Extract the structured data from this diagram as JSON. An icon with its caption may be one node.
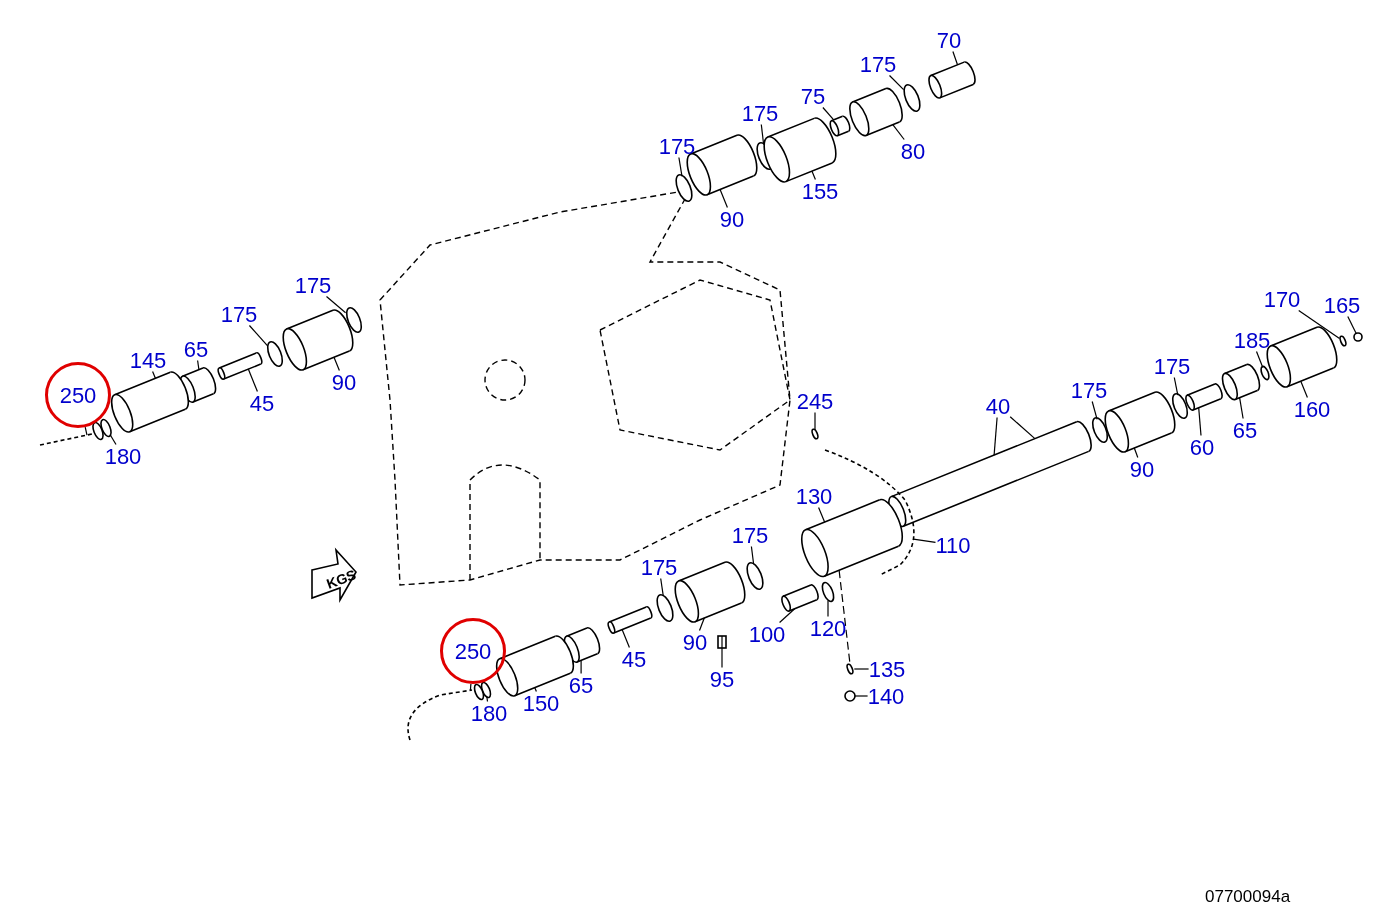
{
  "diagram": {
    "nodes": [
      {
        "text": [
          "70"
        ]
      },
      {
        "text": [
          "175"
        ]
      },
      {
        "text": [
          "75"
        ]
      },
      {
        "text": [
          "175"
        ]
      },
      {
        "text": [
          "175"
        ]
      },
      {
        "text": [
          "80"
        ]
      },
      {
        "text": [
          "155"
        ]
      },
      {
        "text": [
          "90"
        ]
      },
      {
        "text": [
          "175"
        ]
      },
      {
        "text": [
          "170"
        ]
      },
      {
        "text": [
          "165"
        ]
      },
      {
        "text": [
          "175"
        ]
      },
      {
        "text": [
          "185"
        ]
      },
      {
        "text": [
          "65"
        ]
      },
      {
        "text": [
          "145"
        ]
      },
      {
        "text": [
          "175"
        ]
      },
      {
        "text": [
          "90"
        ]
      },
      {
        "text": [
          "175"
        ]
      },
      {
        "text": [
          "250"
        ]
      },
      {
        "text": [
          "245"
        ]
      },
      {
        "text": [
          "45"
        ]
      },
      {
        "text": [
          "40"
        ]
      },
      {
        "text": [
          "160"
        ]
      },
      {
        "text": [
          "65"
        ]
      },
      {
        "text": [
          "60"
        ]
      },
      {
        "text": [
          "180"
        ]
      },
      {
        "text": [
          "90"
        ]
      },
      {
        "text": [
          "130"
        ]
      },
      {
        "text": [
          "175"
        ]
      },
      {
        "text": [
          "110"
        ]
      },
      {
        "text": [
          "175"
        ]
      },
      {
        "text": [
          "120"
        ]
      },
      {
        "text": [
          "100"
        ]
      },
      {
        "text": [
          "90"
        ]
      },
      {
        "text": [
          "250"
        ]
      },
      {
        "text": [
          "45"
        ]
      },
      {
        "text": [
          "135"
        ]
      },
      {
        "text": [
          "95"
        ]
      },
      {
        "text": [
          "65"
        ]
      },
      {
        "text": [
          "140"
        ]
      },
      {
        "text": [
          "150"
        ]
      },
      {
        "text": [
          "180"
        ]
      },
      {
        "text": [],
        "shape": "cylinder"
      },
      {
        "text": [],
        "shape": "ring"
      },
      {
        "text": [],
        "shape": "cylinder"
      },
      {
        "text": [],
        "shape": "ring"
      },
      {
        "text": [],
        "shape": "ring"
      },
      {
        "text": [],
        "shape": "cylinder"
      },
      {
        "text": [],
        "shape": "cylinder"
      },
      {
        "text": [],
        "shape": "cylinder"
      },
      {
        "text": [],
        "shape": "ring"
      },
      {
        "text": [],
        "shape": "ring"
      },
      {
        "text": [],
        "shape": "circle"
      },
      {
        "text": [],
        "shape": "ring"
      },
      {
        "text": [],
        "shape": "ring"
      },
      {
        "text": [],
        "shape": "cylinder"
      },
      {
        "text": [],
        "shape": "cylinder"
      },
      {
        "text": [],
        "shape": "ring"
      },
      {
        "text": [],
        "shape": "cylinder"
      },
      {
        "text": [],
        "shape": "ring"
      },
      {
        "text": [],
        "shape": "pipe"
      },
      {
        "text": [],
        "shape": "ring"
      },
      {
        "text": [],
        "shape": "cylinder"
      },
      {
        "text": [],
        "shape": "cylinder"
      },
      {
        "text": [],
        "shape": "cylinder"
      },
      {
        "text": [],
        "shape": "cylinder"
      },
      {
        "text": [],
        "shape": "cylinder"
      },
      {
        "text": [],
        "shape": "ring"
      },
      {
        "text": [],
        "shape": "cylinder"
      },
      {
        "text": [],
        "shape": "cylinder"
      },
      {
        "text": [],
        "shape": "ring"
      },
      {
        "text": [],
        "shape": "pipe"
      },
      {
        "text": [],
        "shape": "ring"
      },
      {
        "text": [],
        "shape": "ring"
      },
      {
        "text": [],
        "shape": "cylinder"
      },
      {
        "text": [],
        "shape": "cylinder"
      },
      {
        "text": [],
        "shape": "pipe"
      },
      {
        "text": [],
        "shape": "cylinder"
      },
      {
        "text": [],
        "shape": "ring"
      },
      {
        "text": [],
        "shape": "screw"
      },
      {
        "text": [],
        "shape": "cylinder"
      },
      {
        "text": [],
        "shape": "circle"
      },
      {
        "text": [],
        "shape": "cylinder"
      },
      {
        "text": [],
        "shape": "ring"
      }
    ],
    "edges": [
      {
        "from": 0,
        "to": 42,
        "arrow": "none"
      },
      {
        "from": 1,
        "to": 43,
        "arrow": "none"
      },
      {
        "from": 2,
        "to": 44,
        "arrow": "none"
      },
      {
        "from": 3,
        "to": 45,
        "arrow": "none"
      },
      {
        "from": 4,
        "to": 46,
        "arrow": "none"
      },
      {
        "from": 5,
        "to": 47,
        "arrow": "none"
      },
      {
        "from": 6,
        "to": 48,
        "arrow": "none"
      },
      {
        "from": 7,
        "to": 49,
        "arrow": "none"
      },
      {
        "from": 8,
        "to": 50,
        "arrow": "none"
      },
      {
        "from": 9,
        "to": 51,
        "arrow": "none"
      },
      {
        "from": 10,
        "to": 52,
        "arrow": "none"
      },
      {
        "from": 11,
        "to": 53,
        "arrow": "none"
      },
      {
        "from": 12,
        "to": 54,
        "arrow": "none"
      },
      {
        "from": 13,
        "to": 55,
        "arrow": "none"
      },
      {
        "from": 14,
        "to": 56,
        "arrow": "none"
      },
      {
        "from": 15,
        "to": 57,
        "arrow": "none"
      },
      {
        "from": 16,
        "to": 58,
        "arrow": "none"
      },
      {
        "from": 17,
        "to": 59,
        "arrow": "none"
      },
      {
        "from": 18,
        "to": 60,
        "arrow": "none"
      },
      {
        "from": 19,
        "to": 61,
        "arrow": "none"
      },
      {
        "from": 20,
        "to": 62,
        "arrow": "none"
      },
      {
        "from": 21,
        "to": 63,
        "arrow": "none"
      },
      {
        "from": 21,
        "to": 63,
        "arrow": "none"
      },
      {
        "from": 22,
        "to": 64,
        "arrow": "none"
      },
      {
        "from": 23,
        "to": 65,
        "arrow": "none"
      },
      {
        "from": 24,
        "to": 66,
        "arrow": "none"
      },
      {
        "from": 25,
        "to": 67,
        "arrow": "none"
      },
      {
        "from": 26,
        "to": 68,
        "arrow": "none"
      },
      {
        "from": 27,
        "to": 69,
        "arrow": "none"
      },
      {
        "from": 28,
        "to": 70,
        "arrow": "none"
      },
      {
        "from": 29,
        "to": 71,
        "arrow": "none"
      },
      {
        "from": 30,
        "to": 72,
        "arrow": "none"
      },
      {
        "from": 31,
        "to": 73,
        "arrow": "none"
      },
      {
        "from": 32,
        "to": 74,
        "arrow": "none"
      },
      {
        "from": 33,
        "to": 75,
        "arrow": "none"
      },
      {
        "from": 34,
        "to": 76,
        "arrow": "none"
      },
      {
        "from": 35,
        "to": 77,
        "arrow": "none"
      },
      {
        "from": 36,
        "to": 78,
        "arrow": "none"
      },
      {
        "from": 37,
        "to": 79,
        "arrow": "none"
      },
      {
        "from": 38,
        "to": 80,
        "arrow": "none"
      },
      {
        "from": 39,
        "to": 81,
        "arrow": "none"
      },
      {
        "from": 40,
        "to": 82,
        "arrow": "none"
      },
      {
        "from": 41,
        "to": 83,
        "arrow": "none"
      },
      {
        "from": 69,
        "to": 78,
        "arrow": "none",
        "style": "dashed"
      }
    ],
    "labels": [
      "KGS",
      "07700094a"
    ]
  }
}
